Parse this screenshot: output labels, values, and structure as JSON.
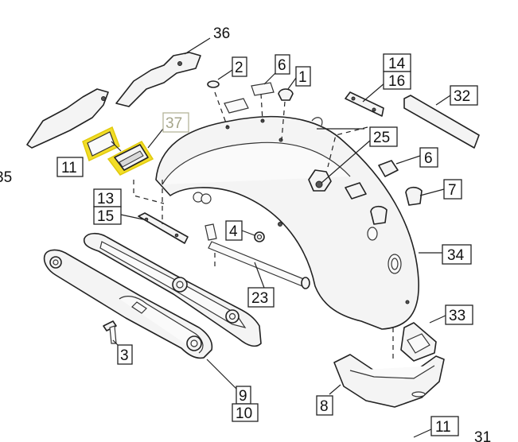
{
  "callouts": {
    "c36": "36",
    "c2": "2",
    "c6a": "6",
    "c1": "1",
    "c14": "14",
    "c16": "16",
    "c32": "32",
    "c37": "37",
    "c35": "35",
    "c11a": "11",
    "c25": "25",
    "c6b": "6",
    "c7": "7",
    "c13": "13",
    "c15": "15",
    "c4": "4",
    "c34": "34",
    "c23": "23",
    "c3": "3",
    "c33": "33",
    "c9": "9",
    "c10": "10",
    "c8": "8",
    "c11b": "11",
    "c31": "31"
  },
  "colors": {
    "highlight": "#f2dc1c",
    "highlight_label": "#a5a58a",
    "line": "#222222"
  }
}
